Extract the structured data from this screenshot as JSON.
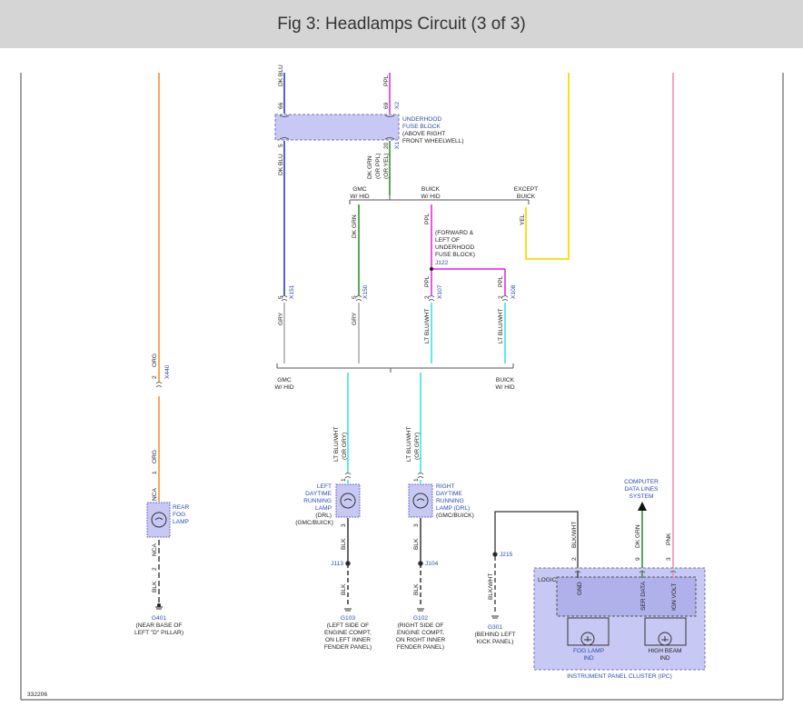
{
  "title": "Fig 3: Headlamps Circuit (3 of 3)",
  "figure_number": "332206",
  "colors": {
    "header_bg": "#d5d5d5",
    "orange_wire": "#f08a24",
    "blue_wire": "#1f2fa8",
    "purple_wire": "#e020e0",
    "green_wire": "#1f8a1f",
    "yellow_wire": "#f0e000",
    "pink_wire": "#f08aa8",
    "gray_wire": "#a8a8a8",
    "cyan_wire": "#30e0e0",
    "black_wire": "#222222",
    "component_fill": "#c8c8f4",
    "component_stroke": "#7070c0",
    "label_blue": "#2b4bb0"
  },
  "fuse_block": {
    "label_lines": [
      "UNDERHOOD",
      "FUSE BLOCK",
      "(ABOVE RIGHT",
      "FRONT WHEELWELL)"
    ],
    "pin_top_left": "66",
    "pin_top_right": "69",
    "conn_top_right": "X2",
    "pin_bot_left": "5",
    "pin_bot_right": "20",
    "conn_bot_right": "X1"
  },
  "wires": {
    "dk_blu_top": "DK BLU",
    "ppl_top": "PPL",
    "dk_blu": "DK BLU",
    "dk_grn_combo": [
      "DK GRN",
      "(OR PPL)",
      "(OR YEL)"
    ],
    "dk_grn": "DK GRN",
    "ppl": "PPL",
    "yel": "YEL",
    "ppl_x107": "PPL",
    "ppl_x108": "PPL",
    "gry1": "GRY",
    "gry2": "GRY",
    "lt_blu_wht1": "LT BLU/WHT",
    "lt_blu_wht2": "LT BLU/WHT",
    "orn_top": "ORG",
    "orn_bot": "ORG",
    "blk_rear": "BLK",
    "lt_blu_wht_or_gry_left": [
      "LT BLU/WHT",
      "(OR GRY)"
    ],
    "lt_blu_wht_or_gry_right": [
      "LT BLU/WHT",
      "(OR GRY)"
    ],
    "blk_left1": "BLK",
    "blk_left2": "BLK",
    "blk_right1": "BLK",
    "blk_right2": "BLK",
    "blk_wht_j215": "BLK/WHT",
    "blk_wht_ipc": "BLK/WHT",
    "dk_grn_ipc": "DK GRN",
    "pnk_ipc": "PNK"
  },
  "branch_labels": {
    "gmc_hid_top": [
      "GMC",
      "W/ HID"
    ],
    "buick_hid_top": [
      "BUICK",
      "W/ HID"
    ],
    "except_buick": [
      "EXCEPT",
      "BUICK"
    ],
    "gmc_hid_bot": [
      "GMC",
      "W/ HID"
    ],
    "buick_hid_bot": [
      "BUICK",
      "W/ HID"
    ]
  },
  "j122_note": [
    "(FORWARD &",
    "LEFT OF",
    "UNDERHOOD",
    "FUSE BLOCK)"
  ],
  "splices": {
    "j122": "J122",
    "j113": "J113",
    "j104": "J104",
    "j215": "J215"
  },
  "connectors": {
    "x151": "X151",
    "x150": "X150",
    "x107": "X107",
    "x108": "X108",
    "x440": "X440",
    "pin_5a": "5",
    "pin_5b": "5",
    "pin_2a": "2",
    "pin_2b": "2",
    "pin_2c": "2"
  },
  "rear_fog": {
    "label": [
      "REAR",
      "FOG",
      "LAMP"
    ],
    "nca_top": "NCA",
    "nca_bot": "NCA",
    "pin_top": "1",
    "pin_bot": "2"
  },
  "left_drl": {
    "label": [
      "LEFT",
      "DAYTIME",
      "RUNNING",
      "LAMP",
      "(DRL)",
      "(GMC/BUICK)"
    ],
    "pin_top": "1",
    "pin_bot": "3"
  },
  "right_drl": {
    "label": [
      "RIGHT",
      "DAYTIME",
      "RUNNING",
      "LAMP (DRL)",
      "(GMC/BUICK)"
    ],
    "pin_top": "1",
    "pin_bot": "3"
  },
  "grounds": {
    "g401": {
      "id": "G401",
      "desc": [
        "(NEAR BASE OF",
        "LEFT \"D\" PILLAR)"
      ]
    },
    "g103": {
      "id": "G103",
      "desc": [
        "(LEFT SIDE OF",
        "ENGINE COMPT,",
        "ON LEFT INNER",
        "FENDER PANEL)"
      ]
    },
    "g102": {
      "id": "G102",
      "desc": [
        "(RIGHT SIDE OF",
        "ENGINE COMPT,",
        "ON RIGHT INNER",
        "FENDER PANEL)"
      ]
    },
    "g301": {
      "id": "G301",
      "desc": [
        "(BEHIND LEFT",
        "KICK PANEL)"
      ]
    }
  },
  "ipc": {
    "label": "INSTRUMENT PANEL CLUSTER (IPC)",
    "logic": "LOGIC",
    "gnd": "GND",
    "ser_data": "SER DATA",
    "ign_volt": "IGN VOLT",
    "pin_gnd": "2",
    "pin_ser": "9",
    "pin_ign": "3",
    "fog_ind": [
      "FOG LAMP",
      "IND"
    ],
    "high_beam_ind": [
      "HIGH BEAM",
      "IND"
    ]
  },
  "computer_data": [
    "COMPUTER",
    "DATA LINES",
    "SYSTEM"
  ]
}
